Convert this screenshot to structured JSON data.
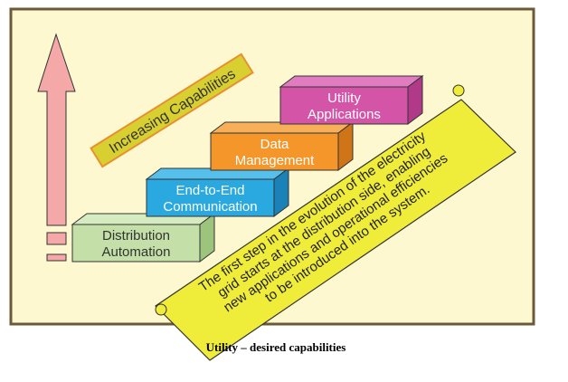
{
  "diagram": {
    "arrow_label": "Increasing Capabilities",
    "steps": [
      {
        "line1": "Distribution",
        "line2": "Automation",
        "front": "#c4dfa8",
        "top": "#d6ebbf",
        "side": "#9cc47c",
        "text": "#333333"
      },
      {
        "line1": "End-to-End",
        "line2": "Communication",
        "front": "#2aa8e0",
        "top": "#56c0ec",
        "side": "#1a82b8",
        "text": "#ffffff"
      },
      {
        "line1": "Data",
        "line2": "Management",
        "front": "#f5962a",
        "top": "#f8b058",
        "side": "#d07418",
        "text": "#ffffff"
      },
      {
        "line1": "Utility",
        "line2": "Applications",
        "front": "#d455a8",
        "top": "#e27cc0",
        "side": "#b03a88",
        "text": "#ffffff"
      }
    ],
    "scroll_lines": [
      "The first step in the evolution of the electricity",
      "grid starts at the distribution side, enabling",
      "new applications and operational efficiencies",
      "to be introduced into the system."
    ],
    "colors": {
      "background": "#fdf8d0",
      "frame": "#6b5a3a",
      "arrow": "#f4a8a8",
      "scroll": "#f0ec3a",
      "banner": "#d8d030"
    }
  },
  "caption": "Utility – desired capabilities"
}
